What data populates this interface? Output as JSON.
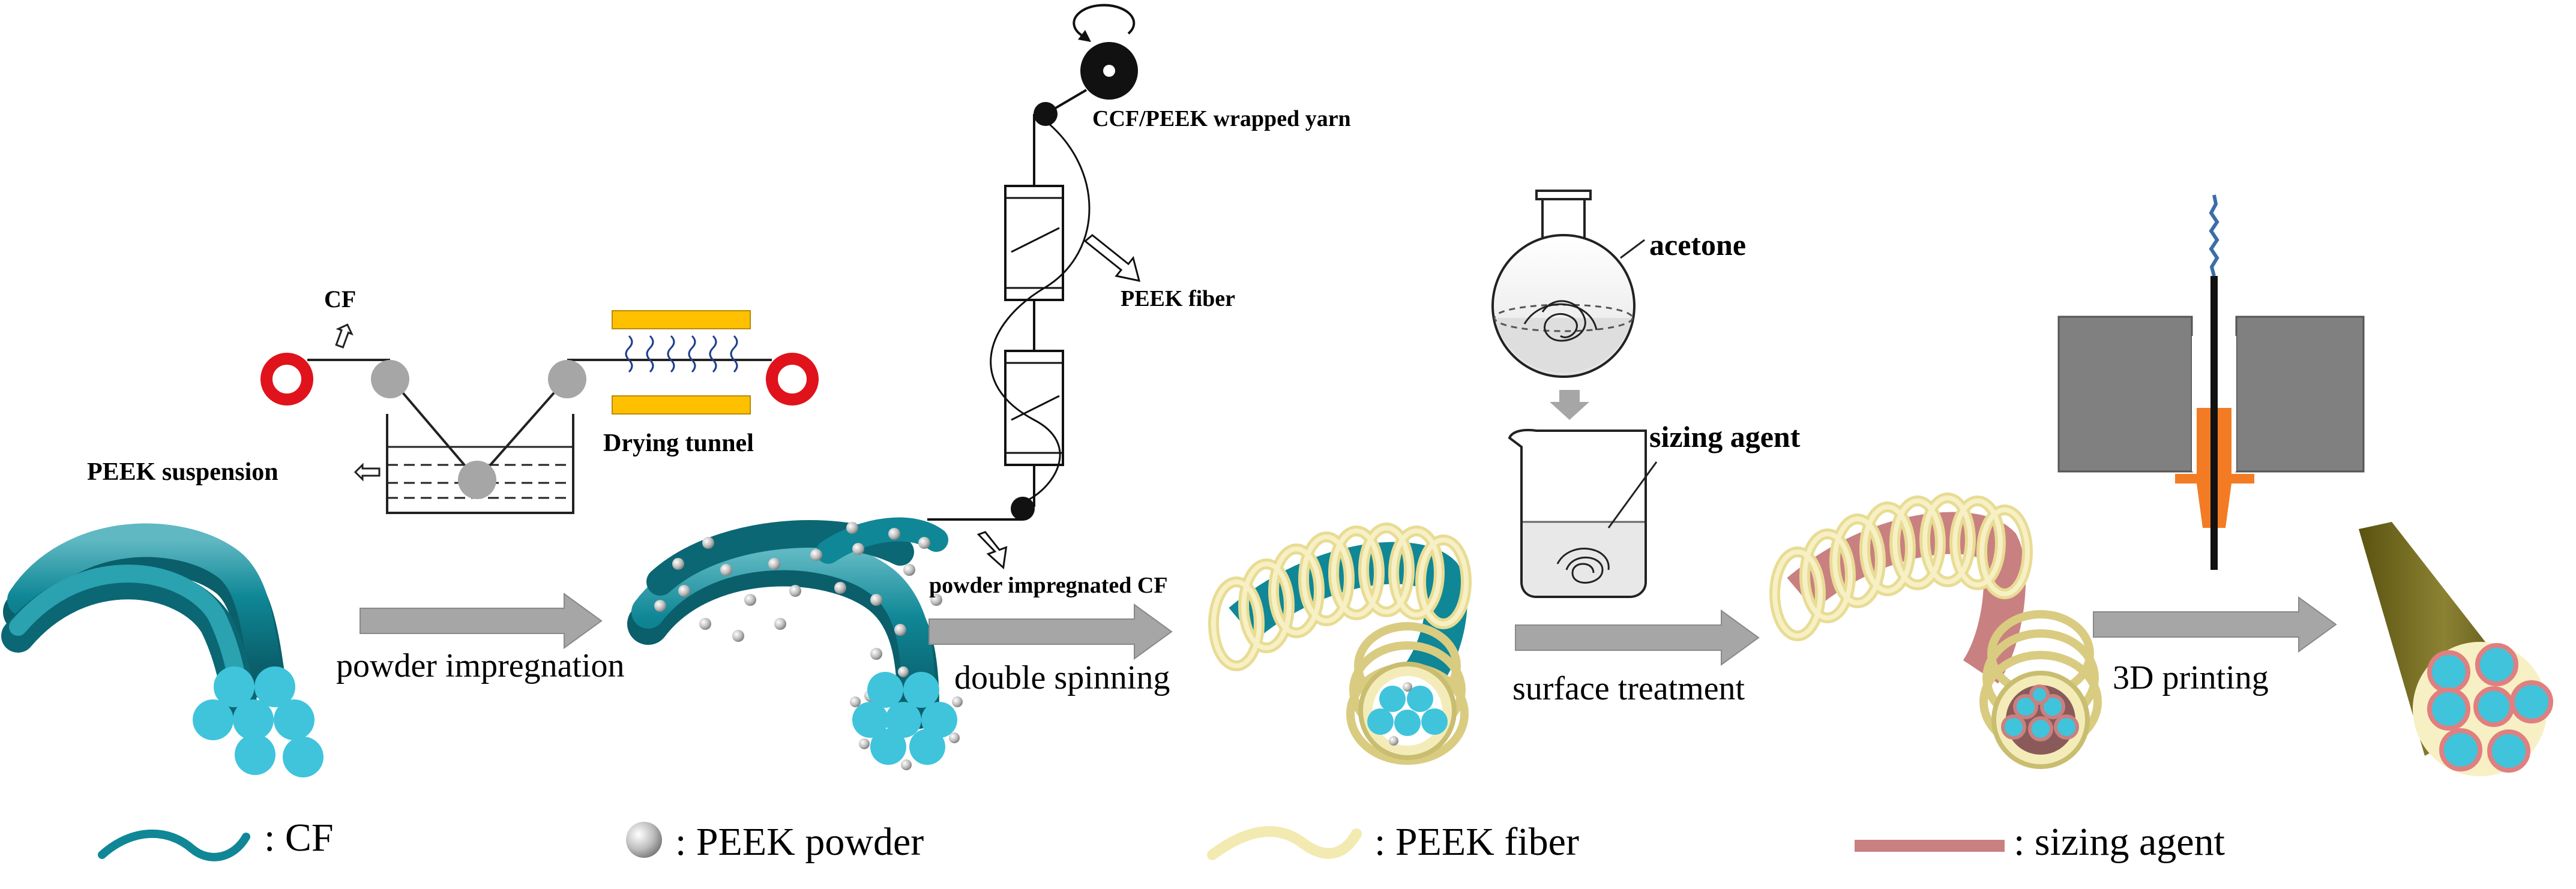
{
  "labels": {
    "cf": "CF",
    "peek_suspension": "PEEK suspension",
    "drying_tunnel": "Drying tunnel",
    "wrapped_yarn": "CCF/PEEK wrapped yarn",
    "peek_fiber": "PEEK fiber",
    "powder_impregnated_cf": "powder impregnated CF",
    "acetone": "acetone",
    "sizing_agent": "sizing agent"
  },
  "steps": [
    "powder impregnation",
    "double spinning",
    "surface treatment",
    "3D printing"
  ],
  "legend": [
    {
      "text": ": CF",
      "icon": "teal-wave-icon"
    },
    {
      "text": ": PEEK powder",
      "icon": "grey-sphere-icon"
    },
    {
      "text": ": PEEK fiber",
      "icon": "yellow-wave-icon"
    },
    {
      "text": ": sizing agent",
      "icon": "pink-bar-icon"
    }
  ],
  "colors": {
    "cf_teal": "#0f8796",
    "fiber_cyan": "#3fc4dc",
    "peek_fiber_yellow": "#f2eab0",
    "sizing_pink": "#c98080",
    "arrow_grey": "#a6a6a6",
    "spool_red": "#e0121b",
    "heater_orange": "#ffc000",
    "nozzle_orange": "#f37b24",
    "printer_grey": "#808080"
  }
}
